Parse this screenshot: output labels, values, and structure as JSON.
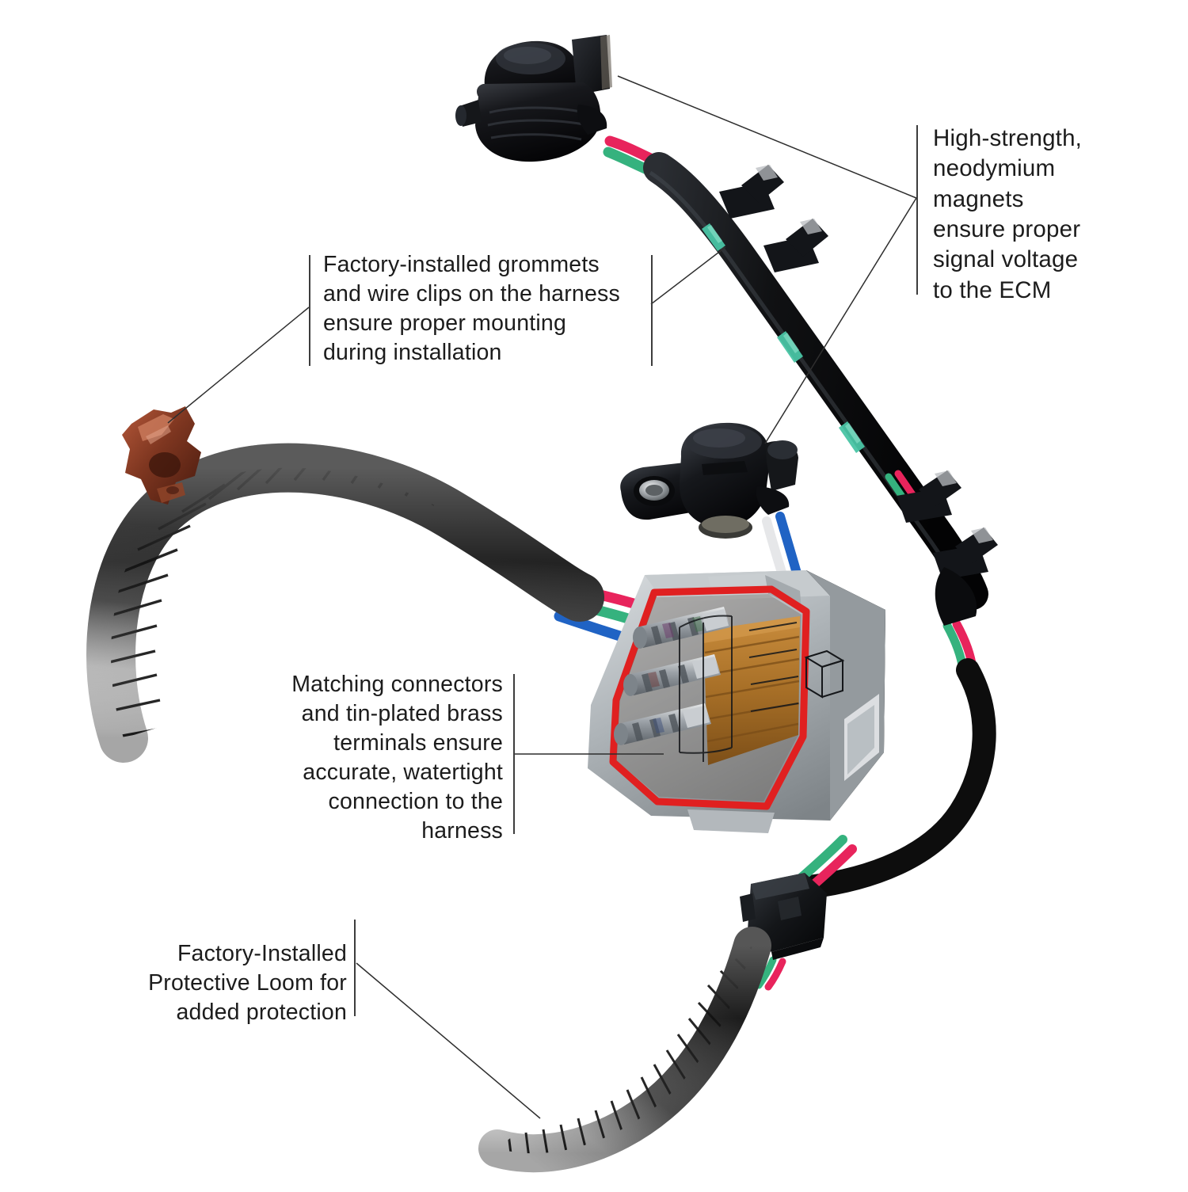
{
  "page": {
    "title": "Wire harness with position sensors product feature callouts",
    "background_color": "#ffffff",
    "text_color": "#1c1c1c",
    "rule_color": "#3d3d3d",
    "leader_color": "#2e2e2e"
  },
  "callouts": [
    {
      "id": "magnets",
      "text": "High-strength,\nneodymium\nmagnets\nensure proper\nsignal voltage\nto the ECM",
      "align": "left",
      "rule_side": "left",
      "points_to": [
        "top-sensor",
        "middle-sensor"
      ]
    },
    {
      "id": "grommets",
      "text": "Factory-installed grommets\nand wire clips on the harness\nensure proper mounting\nduring installation",
      "align": "left",
      "rule_side": "both",
      "points_to": [
        "grommet-clip",
        "wire-clip-on-harness"
      ]
    },
    {
      "id": "connectors",
      "text": "Matching connectors\nand tin-plated brass\nterminals ensure\naccurate, watertight\nconnection to the\nharness",
      "align": "right",
      "rule_side": "right",
      "points_to": [
        "cutaway-connector"
      ]
    },
    {
      "id": "loom",
      "text": "Factory-Installed\nProtective Loom for\nadded protection",
      "align": "right",
      "rule_side": "right",
      "points_to": [
        "bottom-protective-loom"
      ]
    }
  ],
  "product_parts": [
    {
      "name": "top-sensor",
      "label": "Camshaft position sensor (top)",
      "body_color": "#15161a",
      "wire_colors": [
        "#e8245c",
        "#35b27e"
      ]
    },
    {
      "name": "middle-sensor",
      "label": "Crankshaft position sensor (middle)",
      "body_color": "#15161a",
      "wire_colors": [
        "#e9eaec",
        "#2063c4"
      ]
    },
    {
      "name": "cutaway-connector",
      "label": "Cutaway connector with tin-plated brass terminals",
      "housing_color": "#b7bcc0",
      "cutaway_outline_color": "#e02020",
      "terminal_color": "#b6792c"
    },
    {
      "name": "grommet-clip",
      "label": "Factory-installed grommet",
      "color": "#7b3420"
    },
    {
      "name": "left-protective-loom",
      "label": "Protective convoluted loom (left)",
      "color": "#141414"
    },
    {
      "name": "bottom-protective-loom",
      "label": "Protective convoluted loom (bottom)",
      "color": "#141414"
    },
    {
      "name": "taped-harness",
      "label": "Taped harness run with wire clips",
      "tape_color": "#101010",
      "accent_color": "#49c4a4"
    }
  ]
}
